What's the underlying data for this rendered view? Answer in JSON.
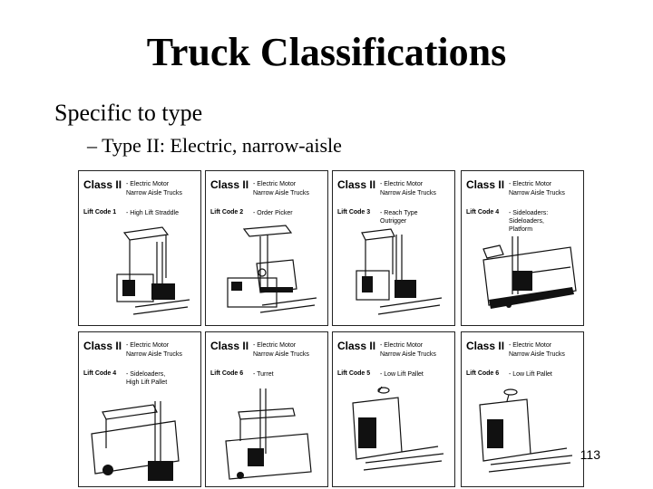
{
  "slide": {
    "title": "Truck Classifications",
    "bullet1": "Specific to type",
    "bullet2": "– Type II: Electric, narrow-aisle",
    "page_number": "113"
  },
  "cards": [
    {
      "class_label": "Class II",
      "desc1": "- Electric Motor",
      "desc2": "Narrow Aisle Trucks",
      "lift_code": "Lift Code 1",
      "type1": "- High Lift Straddle",
      "type2": "",
      "type3": ""
    },
    {
      "class_label": "Class II",
      "desc1": "- Electric Motor",
      "desc2": "Narrow Aisle Trucks",
      "lift_code": "Lift Code 2",
      "type1": "- Order Picker",
      "type2": "",
      "type3": ""
    },
    {
      "class_label": "Class II",
      "desc1": "- Electric Motor",
      "desc2": "Narrow Aisle Trucks",
      "lift_code": "Lift Code 3",
      "type1": "- Reach Type",
      "type2": "Outrigger",
      "type3": ""
    },
    {
      "class_label": "Class II",
      "desc1": "- Electric Motor",
      "desc2": "Narrow Aisle Trucks",
      "lift_code": "Lift Code 4",
      "type1": "- Sideloaders:",
      "type2": "Sideloaders,",
      "type3": "Platform"
    },
    {
      "class_label": "Class II",
      "desc1": "- Electric Motor",
      "desc2": "Narrow Aisle Trucks",
      "lift_code": "Lift Code 4",
      "type1": "- Sideloaders,",
      "type2": "High Lift Pallet",
      "type3": ""
    },
    {
      "class_label": "Class II",
      "desc1": "- Electric Motor",
      "desc2": "Narrow Aisle Trucks",
      "lift_code": "Lift Code 6",
      "type1": "- Turret",
      "type2": "",
      "type3": ""
    },
    {
      "class_label": "Class II",
      "desc1": "- Electric Motor",
      "desc2": "Narrow Aisle Trucks",
      "lift_code": "Lift Code 5",
      "type1": "- Low Lift Pallet",
      "type2": "",
      "type3": ""
    },
    {
      "class_label": "Class II",
      "desc1": "- Electric Motor",
      "desc2": "Narrow Aisle Trucks",
      "lift_code": "Lift Code 6",
      "type1": "- Low Lift Pallet",
      "type2": "",
      "type3": ""
    }
  ]
}
